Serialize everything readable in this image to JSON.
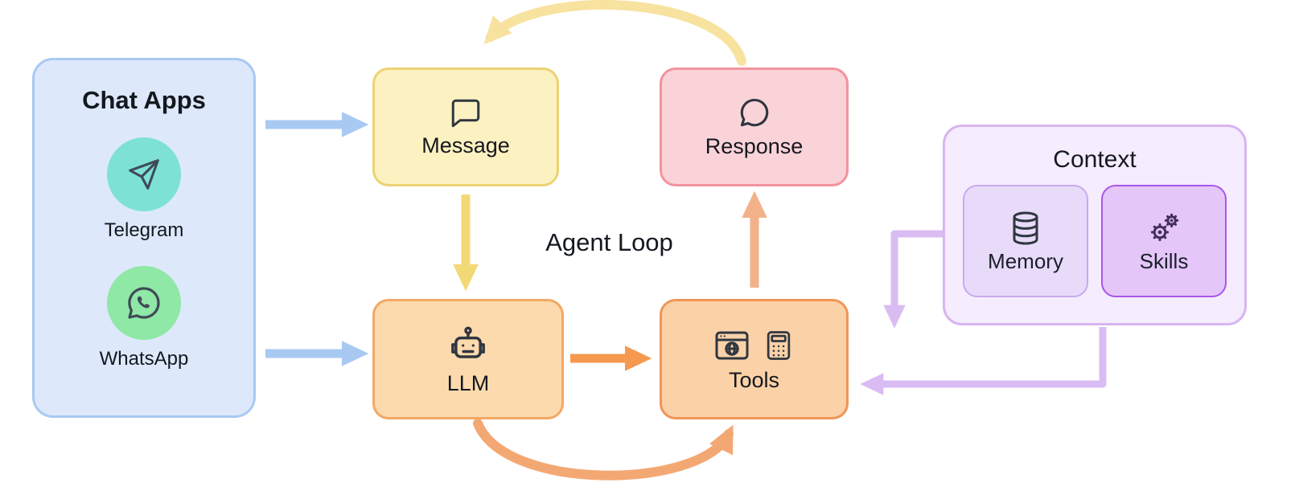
{
  "diagram": {
    "center_label": "Agent Loop",
    "chat_apps": {
      "title": "Chat Apps",
      "fill": "#dde9fb",
      "border": "#a8c9f2",
      "items": [
        {
          "label": "Telegram",
          "icon": "telegram-icon",
          "circle_color": "#7de1d5"
        },
        {
          "label": "WhatsApp",
          "icon": "whatsapp-icon",
          "circle_color": "#8fe8a6"
        }
      ]
    },
    "nodes": {
      "message": {
        "label": "Message",
        "icon": "chat-square-icon",
        "fill": "#fcf1c0",
        "border": "#ecd372"
      },
      "response": {
        "label": "Response",
        "icon": "chat-bubble-icon",
        "fill": "#fad3d8",
        "border": "#f2939e"
      },
      "llm": {
        "label": "LLM",
        "icon": "robot-icon",
        "fill": "#fcdaad",
        "border": "#f3a865"
      },
      "tools": {
        "label": "Tools",
        "icon": "browser-and-calculator-icons",
        "fill": "#fbd1a7",
        "border": "#f09557"
      }
    },
    "context": {
      "title": "Context",
      "fill": "#f5ecfd",
      "border": "#d8b5f0",
      "items": [
        {
          "label": "Memory",
          "icon": "database-icon",
          "fill": "#e8dbf9",
          "border": "#c9a9ef"
        },
        {
          "label": "Skills",
          "icon": "gears-icon",
          "fill": "#e4c6f9",
          "border": "#a956e9"
        }
      ]
    },
    "edges": [
      {
        "from": "chat-apps",
        "to": "message",
        "color": "#a8c9f2",
        "style": "straight"
      },
      {
        "from": "chat-apps",
        "to": "llm",
        "color": "#a8c9f2",
        "style": "straight"
      },
      {
        "from": "message",
        "to": "llm",
        "color": "#f3d876",
        "style": "straight"
      },
      {
        "from": "llm",
        "to": "tools",
        "color": "#f5994f",
        "style": "straight"
      },
      {
        "from": "tools",
        "to": "response",
        "color": "#f3b18a",
        "style": "straight"
      },
      {
        "from": "response",
        "to": "message",
        "color": "#f8e2a0",
        "style": "curved-top"
      },
      {
        "from": "llm",
        "to": "tools",
        "color": "#f3a873",
        "style": "curved-bottom"
      },
      {
        "from": "context",
        "to": "tools",
        "color": "#dabcf3",
        "style": "elbow-down"
      },
      {
        "from": "context",
        "to": "tools",
        "color": "#dabcf3",
        "style": "elbow-left"
      }
    ]
  }
}
